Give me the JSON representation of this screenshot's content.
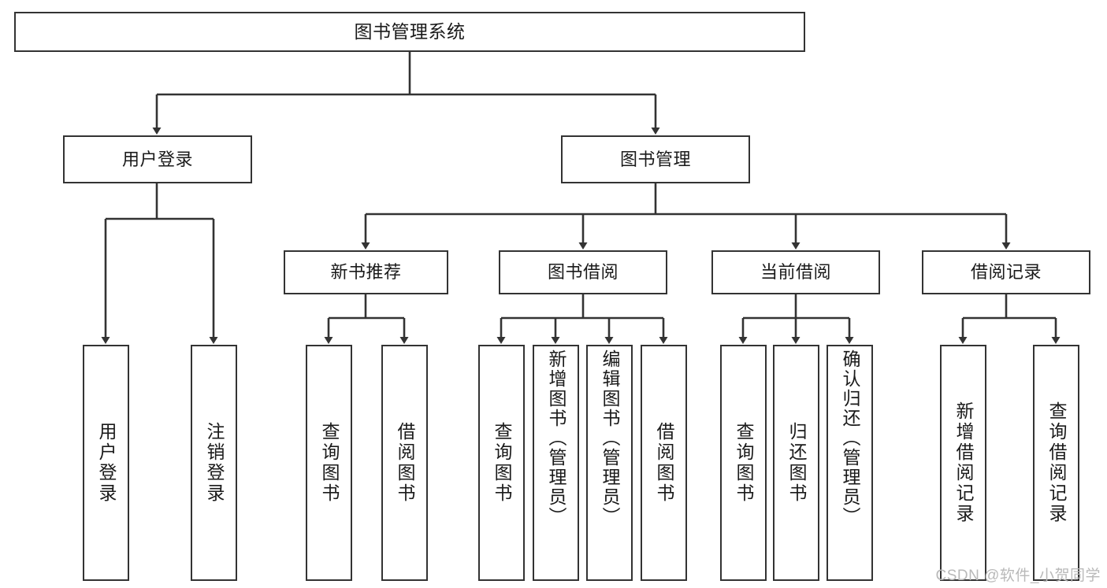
{
  "diagram": {
    "title": "图书管理系统",
    "type": "tree",
    "colors": {
      "stroke": "#333333",
      "node_fill": "#ffffff",
      "text": "#1a1a1a",
      "background": "#ffffff",
      "watermark": "#b9b9b9"
    },
    "levels": {
      "root": {
        "label": "图书管理系统"
      },
      "level1": [
        {
          "id": "user-login",
          "label": "用户登录"
        },
        {
          "id": "book-management",
          "label": "图书管理"
        }
      ],
      "level2": [
        {
          "id": "new-book-recommend",
          "label": "新书推荐"
        },
        {
          "id": "book-borrow",
          "label": "图书借阅"
        },
        {
          "id": "current-borrow",
          "label": "当前借阅"
        },
        {
          "id": "borrow-record",
          "label": "借阅记录"
        }
      ],
      "leaves": {
        "user-login": [
          {
            "id": "leaf-user-login",
            "label": "用户登录"
          },
          {
            "id": "leaf-user-logout",
            "label": "注销登录"
          }
        ],
        "new-book-recommend": [
          {
            "id": "leaf-query-book-1",
            "label": "查询图书"
          },
          {
            "id": "leaf-borrow-book-1",
            "label": "借阅图书"
          }
        ],
        "book-borrow": [
          {
            "id": "leaf-query-book-2",
            "label": "查询图书"
          },
          {
            "id": "leaf-add-book",
            "label": "新增图书（管理员）"
          },
          {
            "id": "leaf-edit-book",
            "label": "编辑图书（管理员）"
          },
          {
            "id": "leaf-borrow-book-2",
            "label": "借阅图书"
          }
        ],
        "current-borrow": [
          {
            "id": "leaf-query-book-3",
            "label": "查询图书"
          },
          {
            "id": "leaf-return-book",
            "label": "归还图书"
          },
          {
            "id": "leaf-confirm-return",
            "label": "确认归还（管理员）"
          }
        ],
        "borrow-record": [
          {
            "id": "leaf-add-record",
            "label": "新增借阅记录"
          },
          {
            "id": "leaf-query-record",
            "label": "查询借阅记录"
          }
        ]
      }
    }
  },
  "watermark": {
    "text": "CSDN @软件_小贺同学"
  }
}
